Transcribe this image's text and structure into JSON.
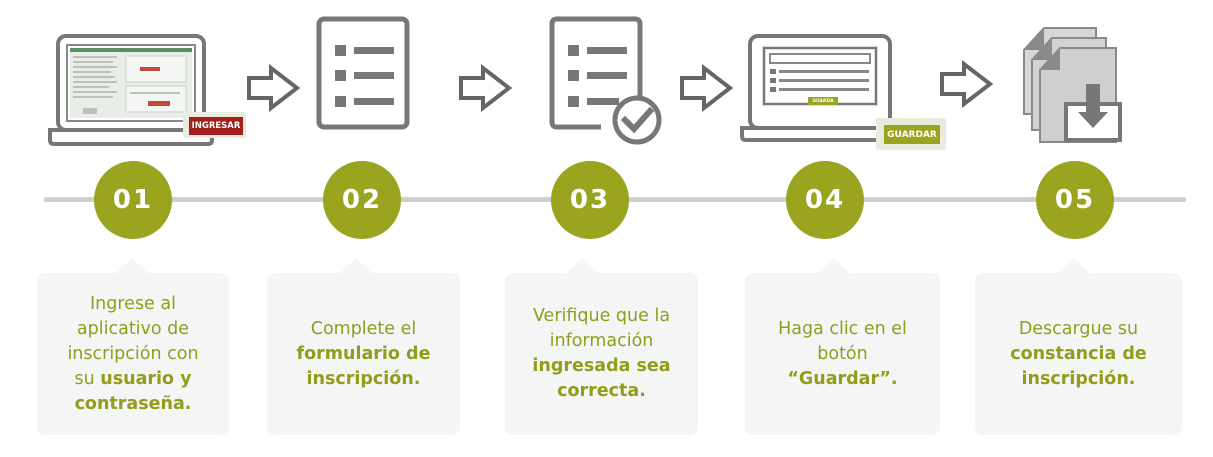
{
  "steps": [
    {
      "number": "01",
      "line1": "Ingrese al",
      "line2": "aplicativo de",
      "line3": "inscripción con",
      "line4_plain": "su ",
      "line4_bold": "usuario y",
      "line5_bold": "contraseña."
    },
    {
      "number": "02",
      "line1": "Complete el",
      "line2_bold": "formulario de",
      "line3_bold": "inscripción."
    },
    {
      "number": "03",
      "line1": "Verifique que la",
      "line2": "información",
      "line3_bold": "ingresada sea",
      "line4_bold": "correcta."
    },
    {
      "number": "04",
      "line1": "Haga clic en el",
      "line2": "botón",
      "line3_bold": "“Guardar”."
    },
    {
      "number": "05",
      "line1": "Descargue su",
      "line2_bold": "constancia de",
      "line3_bold": "inscripción."
    }
  ],
  "buttons": {
    "ingresar": "INGRESAR",
    "guardar": "GUARDAR",
    "guardar_small": "GUARDA"
  },
  "colors": {
    "accent": "#9aa41f",
    "icon_gray": "#777777",
    "ingresar_red": "#a0201c",
    "timeline": "#cfcfcf",
    "card_bg": "#f4f5f5"
  },
  "icons": [
    "laptop-icon",
    "checklist-icon",
    "checklist-verified-icon",
    "laptop-form-icon",
    "document-download-icon",
    "arrow-right-icon"
  ]
}
